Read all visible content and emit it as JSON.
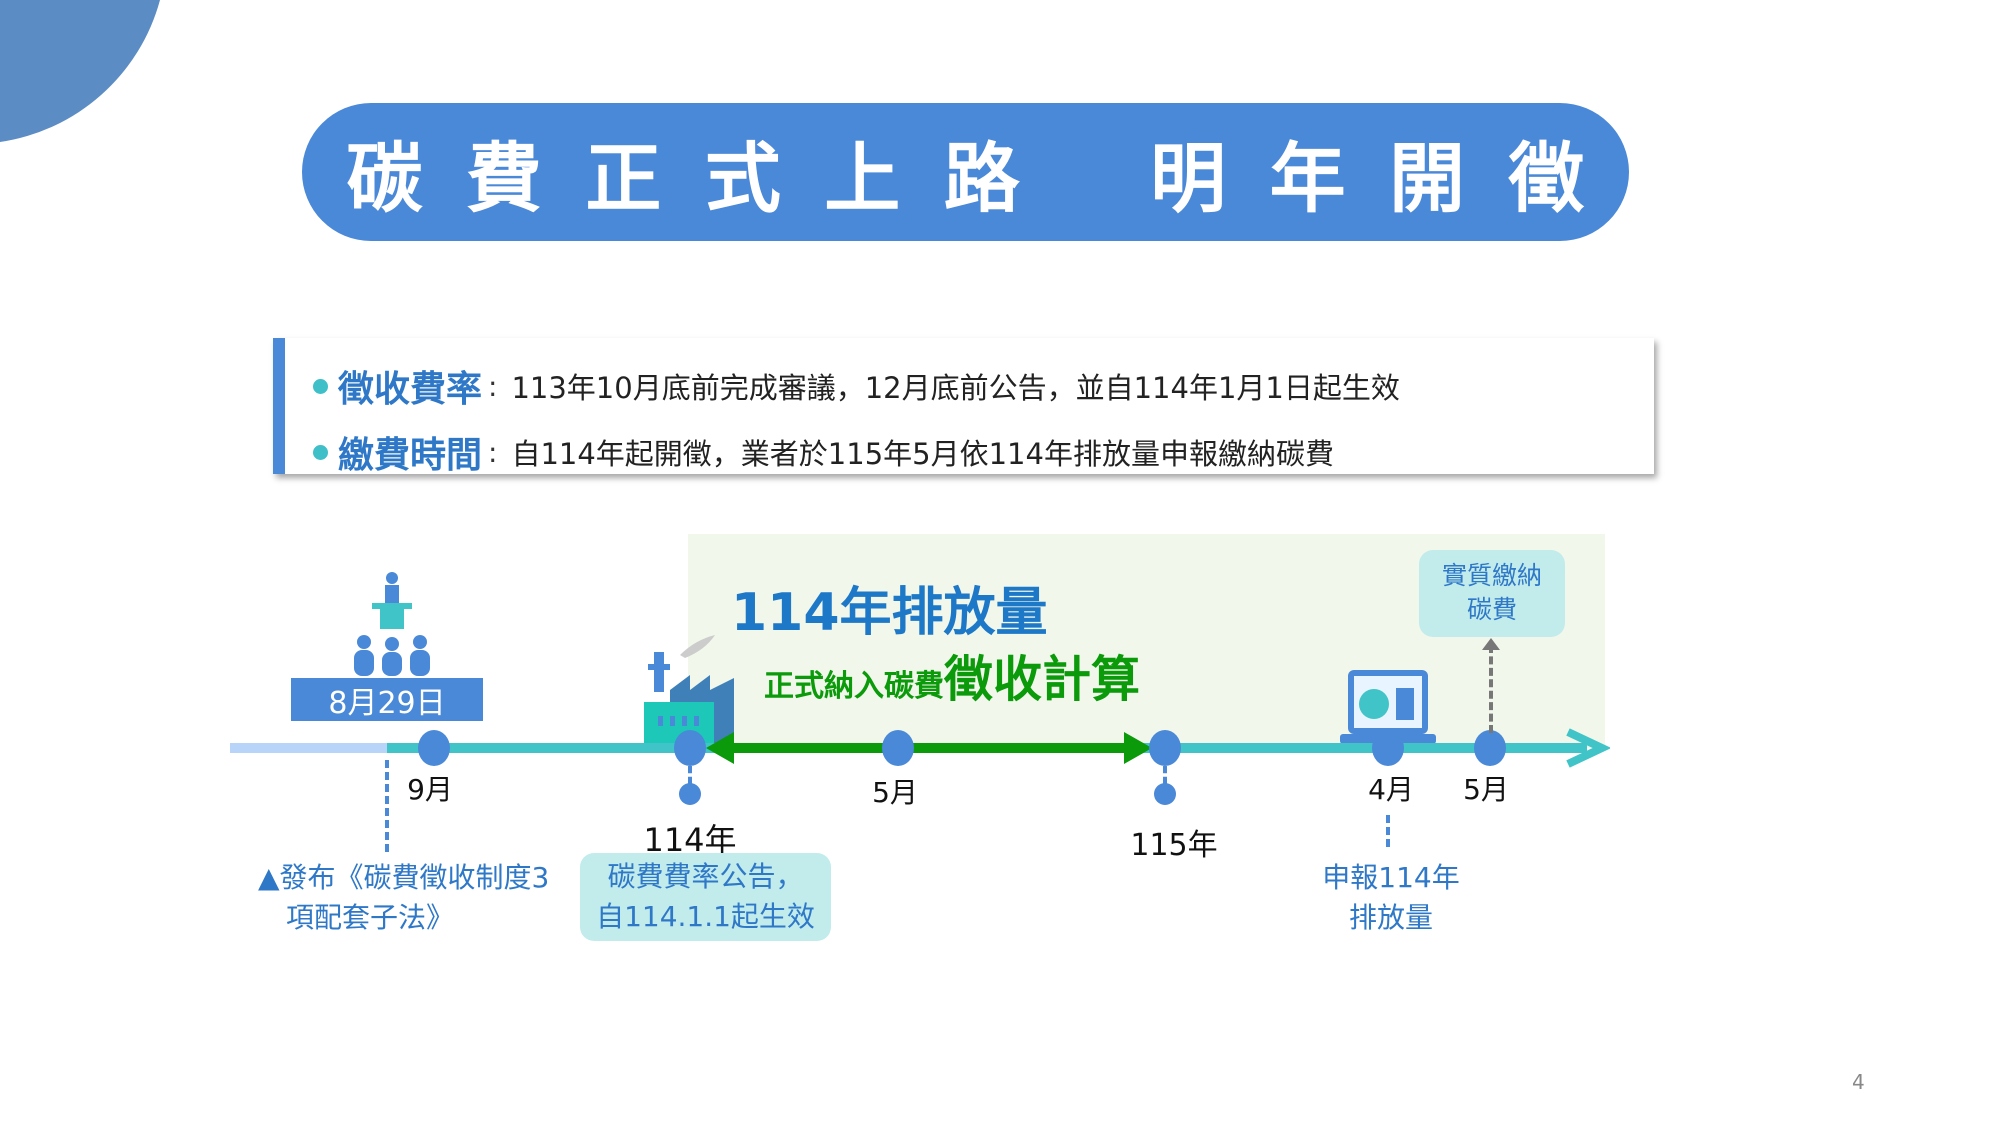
{
  "title": "碳 費 正 式 上 路   明 年 開 徵",
  "info": [
    {
      "label": "徵收費率",
      "colon": ":",
      "text": "113年10月底前完成審議，12月底前公告，並自114年1月1日起生效"
    },
    {
      "label": "繳費時間",
      "colon": ":",
      "text": "自114年起開徵，業者於115年5月依114年排放量申報繳納碳費"
    }
  ],
  "timeline": {
    "emissions_title": "114年排放量",
    "included_small": "正式納入碳費",
    "included_big": "徵收計算",
    "date_badge": "8月29日",
    "ticks": {
      "sep": "9月",
      "may1": "5月",
      "apr": "4月",
      "may2": "5月"
    },
    "years": {
      "y114": "114年",
      "y115": "115年"
    },
    "publish_note": [
      "▲發布《碳費徵收制度3",
      "項配套子法》"
    ],
    "rate_note": [
      "碳費費率公告，",
      "自114.1.1起生效"
    ],
    "report_note": [
      "申報114年",
      "排放量"
    ],
    "pay_note": [
      "實質繳納",
      "碳費"
    ]
  },
  "page_number": "4",
  "colors": {
    "primary": "#4a88d8",
    "teal": "#40c4c8",
    "green": "#0a9a0a",
    "light_bg": "#f1f7ea"
  }
}
